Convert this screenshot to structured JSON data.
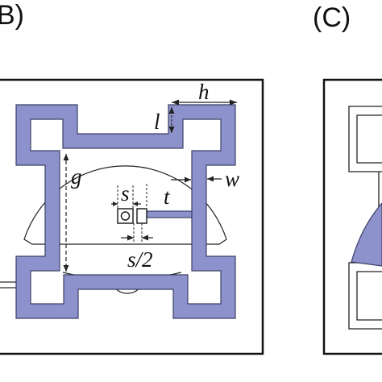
{
  "panels": {
    "b": {
      "label": "B)"
    },
    "c": {
      "label": "(C)"
    }
  },
  "dimensions": {
    "h": "h",
    "l": "l",
    "g": "g",
    "s": "s",
    "t": "t",
    "w": "w",
    "s_half": "s/2"
  },
  "colors": {
    "ring_fill": "#8d92cc",
    "ring_stroke": "#3c3f66",
    "substrate_fill": "#ffffff",
    "frame_stroke": "#111111",
    "line": "#222222"
  }
}
